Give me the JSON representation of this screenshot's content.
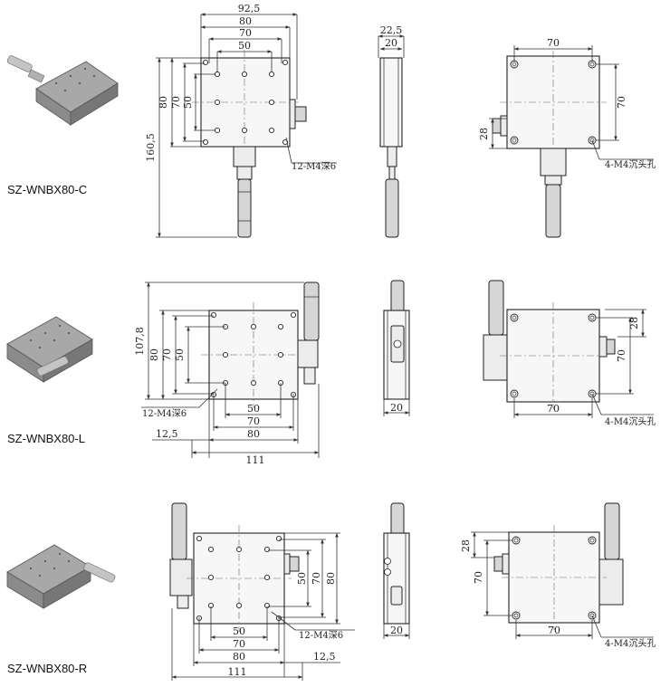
{
  "models": [
    {
      "id": "c",
      "name": "SZ-WNBX80-C",
      "top_view": {
        "width_dims": [
          "92,5",
          "80",
          "70",
          "50"
        ],
        "height_dims": [
          "80",
          "70",
          "50"
        ],
        "overall_length": "160,5",
        "hole_note": "12-M4深6"
      },
      "side_view": {
        "dims": [
          "22,5",
          "20"
        ]
      },
      "bottom_view": {
        "width": "70",
        "height": "70",
        "offset": "28",
        "hole_note": "4-M4沉头孔"
      }
    },
    {
      "id": "l",
      "name": "SZ-WNBX80-L",
      "top_view": {
        "height_dims": [
          "107,8",
          "80",
          "70",
          "50"
        ],
        "width_dims": [
          "50",
          "70",
          "80",
          "111"
        ],
        "offset": "12,5",
        "hole_note": "12-M4深6"
      },
      "side_view": {
        "dims": [
          "20"
        ]
      },
      "bottom_view": {
        "width": "70",
        "height": "70",
        "offset": "28",
        "hole_note": "4-M4沉头孔"
      }
    },
    {
      "id": "r",
      "name": "SZ-WNBX80-R",
      "top_view": {
        "height_dims": [
          "50",
          "70",
          "80"
        ],
        "width_dims": [
          "50",
          "70",
          "80",
          "111"
        ],
        "offset": "12,5",
        "hole_note": "12-M4深6"
      },
      "side_view": {
        "dims": [
          "20"
        ]
      },
      "bottom_view": {
        "width": "70",
        "height": "70",
        "offset": "28",
        "hole_note": "4-M4沉头孔"
      }
    }
  ]
}
